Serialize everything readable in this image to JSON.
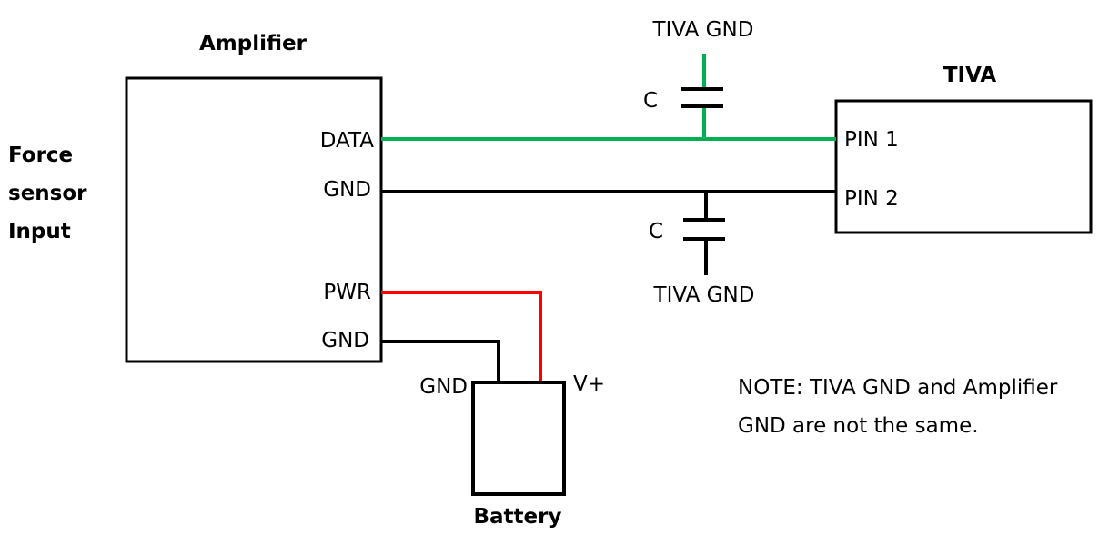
{
  "colors": {
    "data_wire": "#00b050",
    "ground_wire": "#000000",
    "power_wire": "#ff0000",
    "outline": "#000000"
  },
  "amplifier": {
    "title": "Amplifier",
    "pins": {
      "data": "DATA",
      "gnd1": "GND",
      "pwr": "PWR",
      "gnd2": "GND"
    }
  },
  "input_label": {
    "line1": "Force",
    "line2": "sensor",
    "line3": "Input"
  },
  "tiva": {
    "title": "TIVA",
    "pins": {
      "pin1": "PIN 1",
      "pin2": "PIN 2"
    }
  },
  "capacitors": [
    {
      "label": "C",
      "ground_label": "TIVA GND",
      "net": "DATA"
    },
    {
      "label": "C",
      "ground_label": "TIVA GND",
      "net": "GND"
    }
  ],
  "battery": {
    "title": "Battery",
    "gnd_label": "GND",
    "vplus_label": "V+"
  },
  "note": {
    "line1": "NOTE: TIVA GND and Amplifier",
    "line2": "GND are not the same."
  }
}
